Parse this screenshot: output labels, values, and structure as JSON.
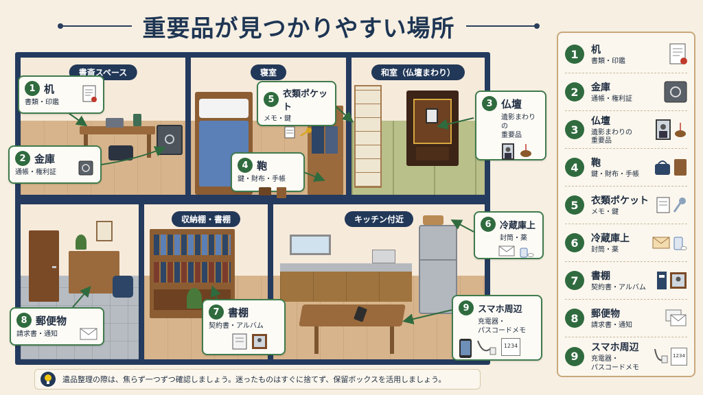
{
  "title": "重要品が見つかりやすい場所",
  "rooms": {
    "study": "書斎スペース",
    "bedroom": "寝室",
    "washitsu": "和室（仏壇まわり）",
    "storage": "収納棚・書棚",
    "kitchen": "キッチン付近"
  },
  "callouts": [
    {
      "num": "1",
      "title": "机",
      "sub": "書類・印鑑"
    },
    {
      "num": "2",
      "title": "金庫",
      "sub": "通帳・権利証"
    },
    {
      "num": "3",
      "title": "仏壇",
      "sub": "遺影まわりの重要品"
    },
    {
      "num": "4",
      "title": "鞄",
      "sub": "鍵・財布・手帳"
    },
    {
      "num": "5",
      "title": "衣類ポケット",
      "sub": "メモ・鍵"
    },
    {
      "num": "6",
      "title": "冷蔵庫上",
      "sub": "封筒・薬"
    },
    {
      "num": "7",
      "title": "書棚",
      "sub": "契約書・アルバム"
    },
    {
      "num": "8",
      "title": "郵便物",
      "sub": "請求書・通知"
    },
    {
      "num": "9",
      "title": "スマホ周辺",
      "sub": "充電器・パスコードメモ"
    }
  ],
  "callout_sub_lines": {
    "c3_line1": "遺影まわりの",
    "c3_line2": "重要品",
    "c9_line1": "充電器・",
    "c9_line2": "パスコードメモ"
  },
  "legend": [
    {
      "num": "1",
      "title": "机",
      "sub": "書類・印鑑"
    },
    {
      "num": "2",
      "title": "金庫",
      "sub": "通帳・権利証"
    },
    {
      "num": "3",
      "title": "仏壇",
      "sub1": "遺影まわりの",
      "sub2": "重要品"
    },
    {
      "num": "4",
      "title": "鞄",
      "sub": "鍵・財布・手帳"
    },
    {
      "num": "5",
      "title": "衣類ポケット",
      "sub": "メモ・鍵"
    },
    {
      "num": "6",
      "title": "冷蔵庫上",
      "sub": "封筒・薬"
    },
    {
      "num": "7",
      "title": "書棚",
      "sub": "契約書・アルバム"
    },
    {
      "num": "8",
      "title": "郵便物",
      "sub": "請求書・通知"
    },
    {
      "num": "9",
      "title": "スマホ周辺",
      "sub1": "充電器・",
      "sub2": "パスコードメモ"
    }
  ],
  "memo_text": "1234",
  "tip": "遺品整理の際は、焦らず一つずつ確認しましょう。迷ったものはすぐに捨てず、保留ボックスを活用しましょう。",
  "icons": {
    "tip": "lightbulb-icon",
    "document": "document-icon",
    "safe": "safe-icon",
    "portrait": "portrait-icon",
    "bag": "bag-icon",
    "key": "key-icon",
    "memo": "memo-icon",
    "envelope": "envelope-icon",
    "medicine": "medicine-icon",
    "binder": "binder-icon",
    "phone": "phone-icon",
    "charger": "charger-icon"
  },
  "colors": {
    "navy": "#223858",
    "green": "#2f6b3e",
    "callout_border": "#3f7b4c",
    "legend_border": "#c9a77b",
    "background": "#f6efe2"
  }
}
